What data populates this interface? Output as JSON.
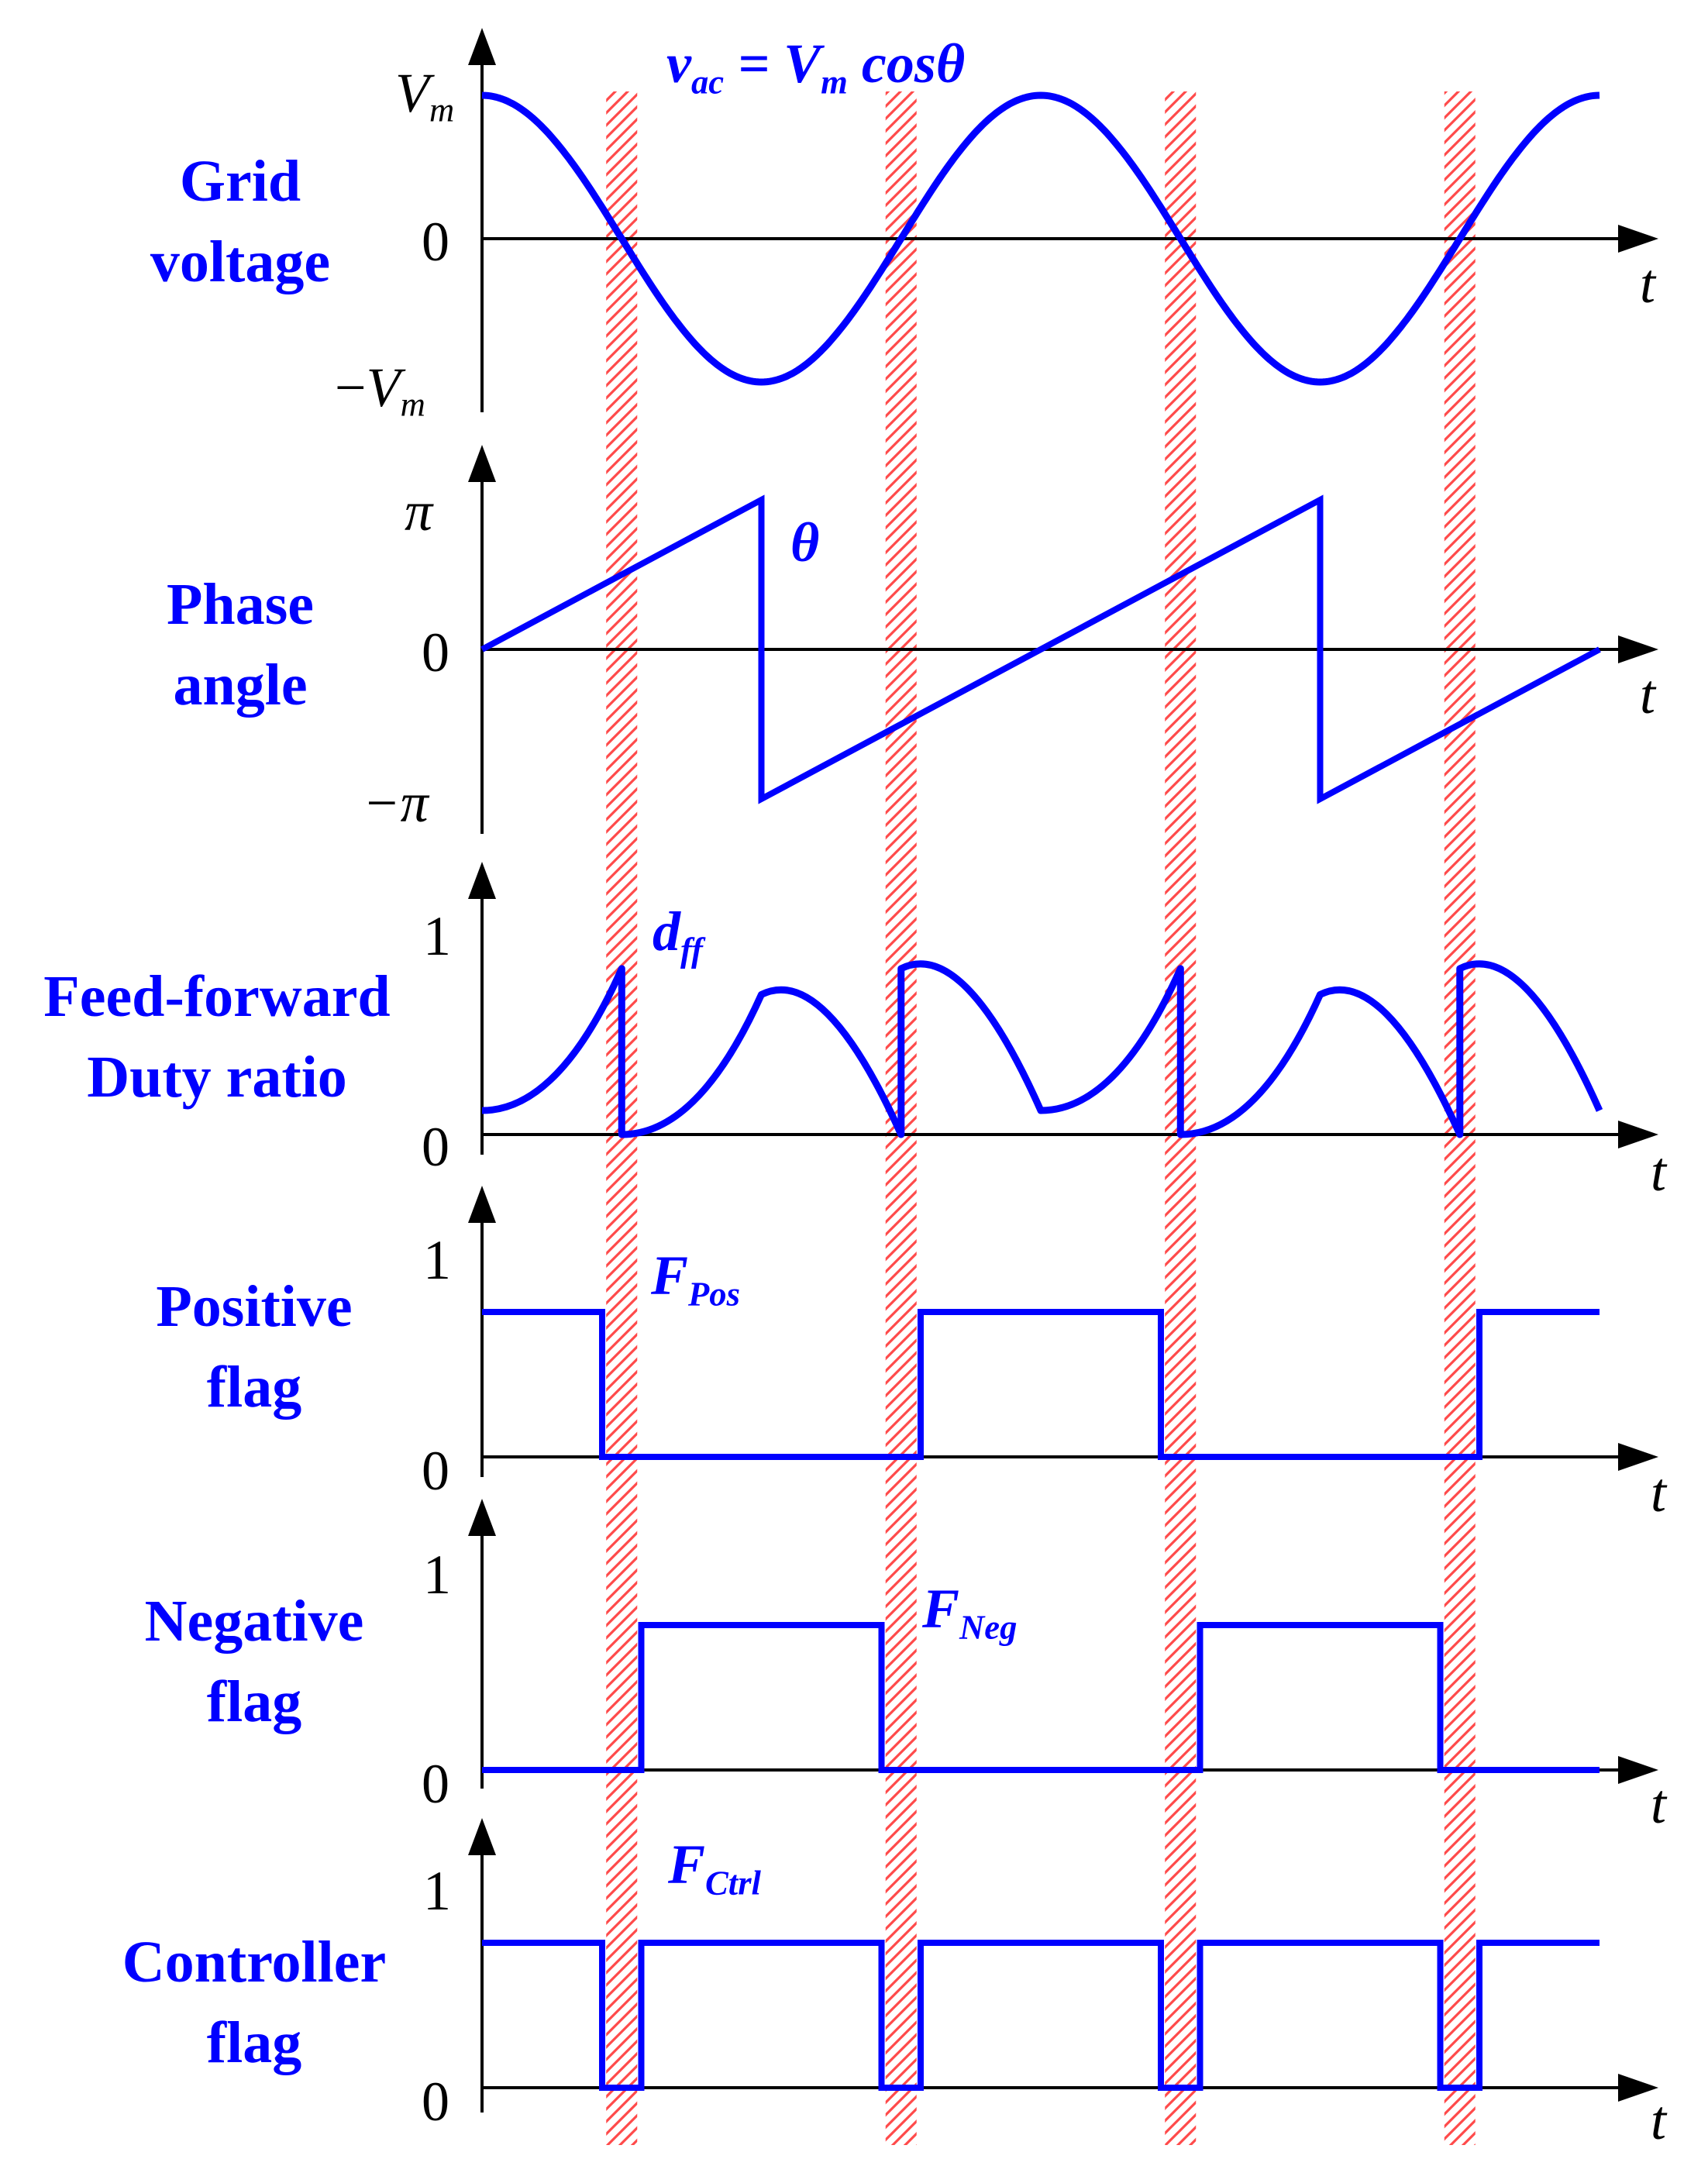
{
  "chart_data": [
    {
      "type": "line",
      "row_label": [
        "Grid",
        "voltage"
      ],
      "annotation": {
        "lhs": "v",
        "lhs_sub": "ac",
        "eq": "=",
        "rhs": "V",
        "rhs_sub": "m",
        "func": "cosθ"
      },
      "ytick_labels": [
        {
          "pre": "",
          "main": "V",
          "sub": "m"
        },
        {
          "pre": "",
          "main": "0",
          "sub": ""
        },
        {
          "pre": "−",
          "main": "V",
          "sub": "m"
        }
      ],
      "xlabel": "t",
      "series": [
        {
          "x": [
            0,
            1,
            2,
            3,
            4
          ],
          "y": [
            1,
            -1,
            1,
            -1,
            1
          ]
        }
      ]
    },
    {
      "type": "line",
      "row_label": [
        "Phase",
        "angle"
      ],
      "annotation": {
        "main": "θ",
        "sub": ""
      },
      "ytick_labels": [
        "π",
        "0",
        "−π"
      ],
      "xlabel": "t",
      "series": [
        {
          "x": [
            0,
            1,
            1,
            3,
            3,
            4
          ],
          "y": [
            0,
            1,
            -1,
            1,
            -1,
            0
          ]
        }
      ]
    },
    {
      "type": "line",
      "row_label": [
        "Feed-forward",
        "Duty ratio"
      ],
      "annotation": {
        "main": "d",
        "sub": "ff"
      },
      "ytick_labels": [
        "1",
        "0"
      ],
      "xlabel": "t",
      "series": [
        {
          "x": [
            0,
            0.5,
            0.5,
            1,
            1.5,
            1.5,
            2,
            2.5,
            2.5,
            3,
            3.5,
            3.5,
            4
          ],
          "y": [
            0.12,
            0.83,
            0.0,
            0.7,
            0.0,
            0.83,
            0.12,
            0.83,
            0.0,
            0.7,
            0.0,
            0.83,
            0.12
          ]
        }
      ]
    },
    {
      "type": "line",
      "row_label": [
        "Positive",
        "flag"
      ],
      "annotation": {
        "main": "F",
        "sub": "Pos"
      },
      "ytick_labels": [
        "1",
        "0"
      ],
      "xlabel": "t",
      "series": [
        {
          "x": [
            0,
            0.43,
            0.43,
            1.57,
            1.57,
            2.43,
            2.43,
            3.57,
            3.57,
            4
          ],
          "y": [
            0.85,
            0.85,
            0,
            0,
            0.85,
            0.85,
            0,
            0,
            0.85,
            0.85
          ]
        }
      ]
    },
    {
      "type": "line",
      "row_label": [
        "Negative",
        "flag"
      ],
      "annotation": {
        "main": "F",
        "sub": "Neg"
      },
      "ytick_labels": [
        "1",
        "0"
      ],
      "xlabel": "t",
      "series": [
        {
          "x": [
            0,
            0.57,
            0.57,
            1.43,
            1.43,
            2.57,
            2.57,
            3.43,
            3.43,
            4
          ],
          "y": [
            0,
            0,
            0.85,
            0.85,
            0,
            0,
            0.85,
            0.85,
            0,
            0
          ]
        }
      ]
    },
    {
      "type": "line",
      "row_label": [
        "Controller",
        "flag"
      ],
      "annotation": {
        "main": "F",
        "sub": "Ctrl"
      },
      "ytick_labels": [
        "1",
        "0"
      ],
      "xlabel": "t",
      "series": [
        {
          "x": [
            0,
            0.43,
            0.43,
            0.57,
            0.57,
            1.43,
            1.43,
            1.57,
            1.57,
            2.43,
            2.43,
            2.57,
            2.57,
            3.43,
            3.43,
            3.57,
            3.57,
            4
          ],
          "y": [
            0.85,
            0.85,
            0,
            0,
            0.85,
            0.85,
            0,
            0,
            0.85,
            0.85,
            0,
            0,
            0.85,
            0.85,
            0,
            0,
            0.85,
            0.85
          ]
        }
      ]
    }
  ],
  "dead_zones": [
    0.5,
    1.5,
    2.5,
    3.5
  ],
  "colors": {
    "trace": "#0000ff",
    "axis": "#000000",
    "band": "#ff4040"
  }
}
